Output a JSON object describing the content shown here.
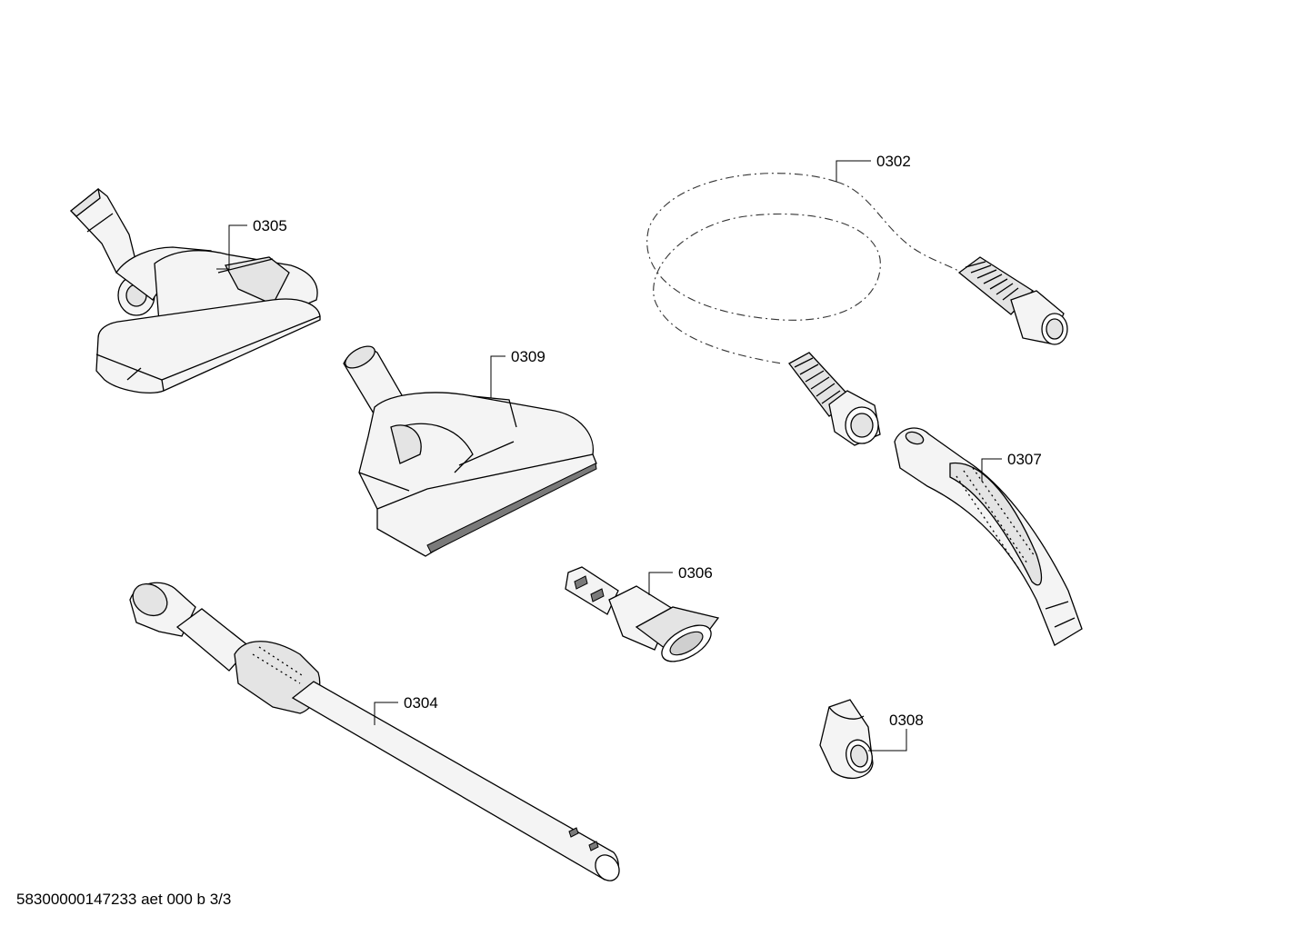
{
  "parts": [
    {
      "id": "0302",
      "name": "hose"
    },
    {
      "id": "0304",
      "name": "telescopic-tube"
    },
    {
      "id": "0305",
      "name": "floor-nozzle"
    },
    {
      "id": "0306",
      "name": "crevice-upholstery-tool"
    },
    {
      "id": "0307",
      "name": "hose-handle"
    },
    {
      "id": "0308",
      "name": "tool-clip"
    },
    {
      "id": "0309",
      "name": "turbo-brush"
    }
  ],
  "labels": {
    "p0302": "0302",
    "p0304": "0304",
    "p0305": "0305",
    "p0306": "0306",
    "p0307": "0307",
    "p0308": "0308",
    "p0309": "0309"
  },
  "footer": {
    "doc_code": "58300000147233 aet 000 b 3/3"
  }
}
